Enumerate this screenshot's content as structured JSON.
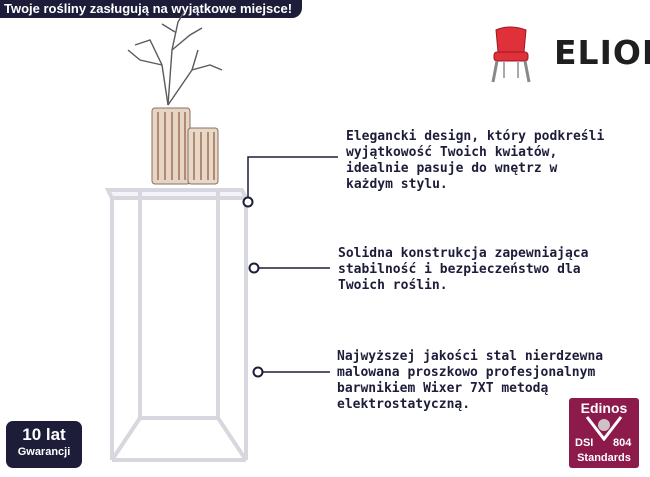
{
  "banner": {
    "text": "Twoje rośliny zasługują na wyjątkowe miejsce!"
  },
  "brand": {
    "name": "ELIOR",
    "icon": "chair-icon"
  },
  "features": [
    {
      "text": "Elegancki design, który podkreśli\nwyjątkowość Twoich kwiatów,\nidealnie pasuje do wnętrz w\nkażdym stylu."
    },
    {
      "text": "Solidna konstrukcja zapewniająca\nstabilność i bezpieczeństwo dla\nTwoich roślin."
    },
    {
      "text": "Najwyższej jakości stal nierdzewna\nmalowana proszkowo profesjonalnym\nbarwnikiem Wixer 7XT metodą\nelektrostatyczną."
    }
  ],
  "warranty": {
    "top": "10 lat",
    "bottom": "Gwarancji"
  },
  "badge": {
    "top": "Edinos",
    "dsi": "DSI",
    "number": "804",
    "bottom": "Standards"
  },
  "colors": {
    "navy": "#1d1d3a",
    "badge": "#8c1a4b",
    "chair_red": "#e0303a"
  }
}
